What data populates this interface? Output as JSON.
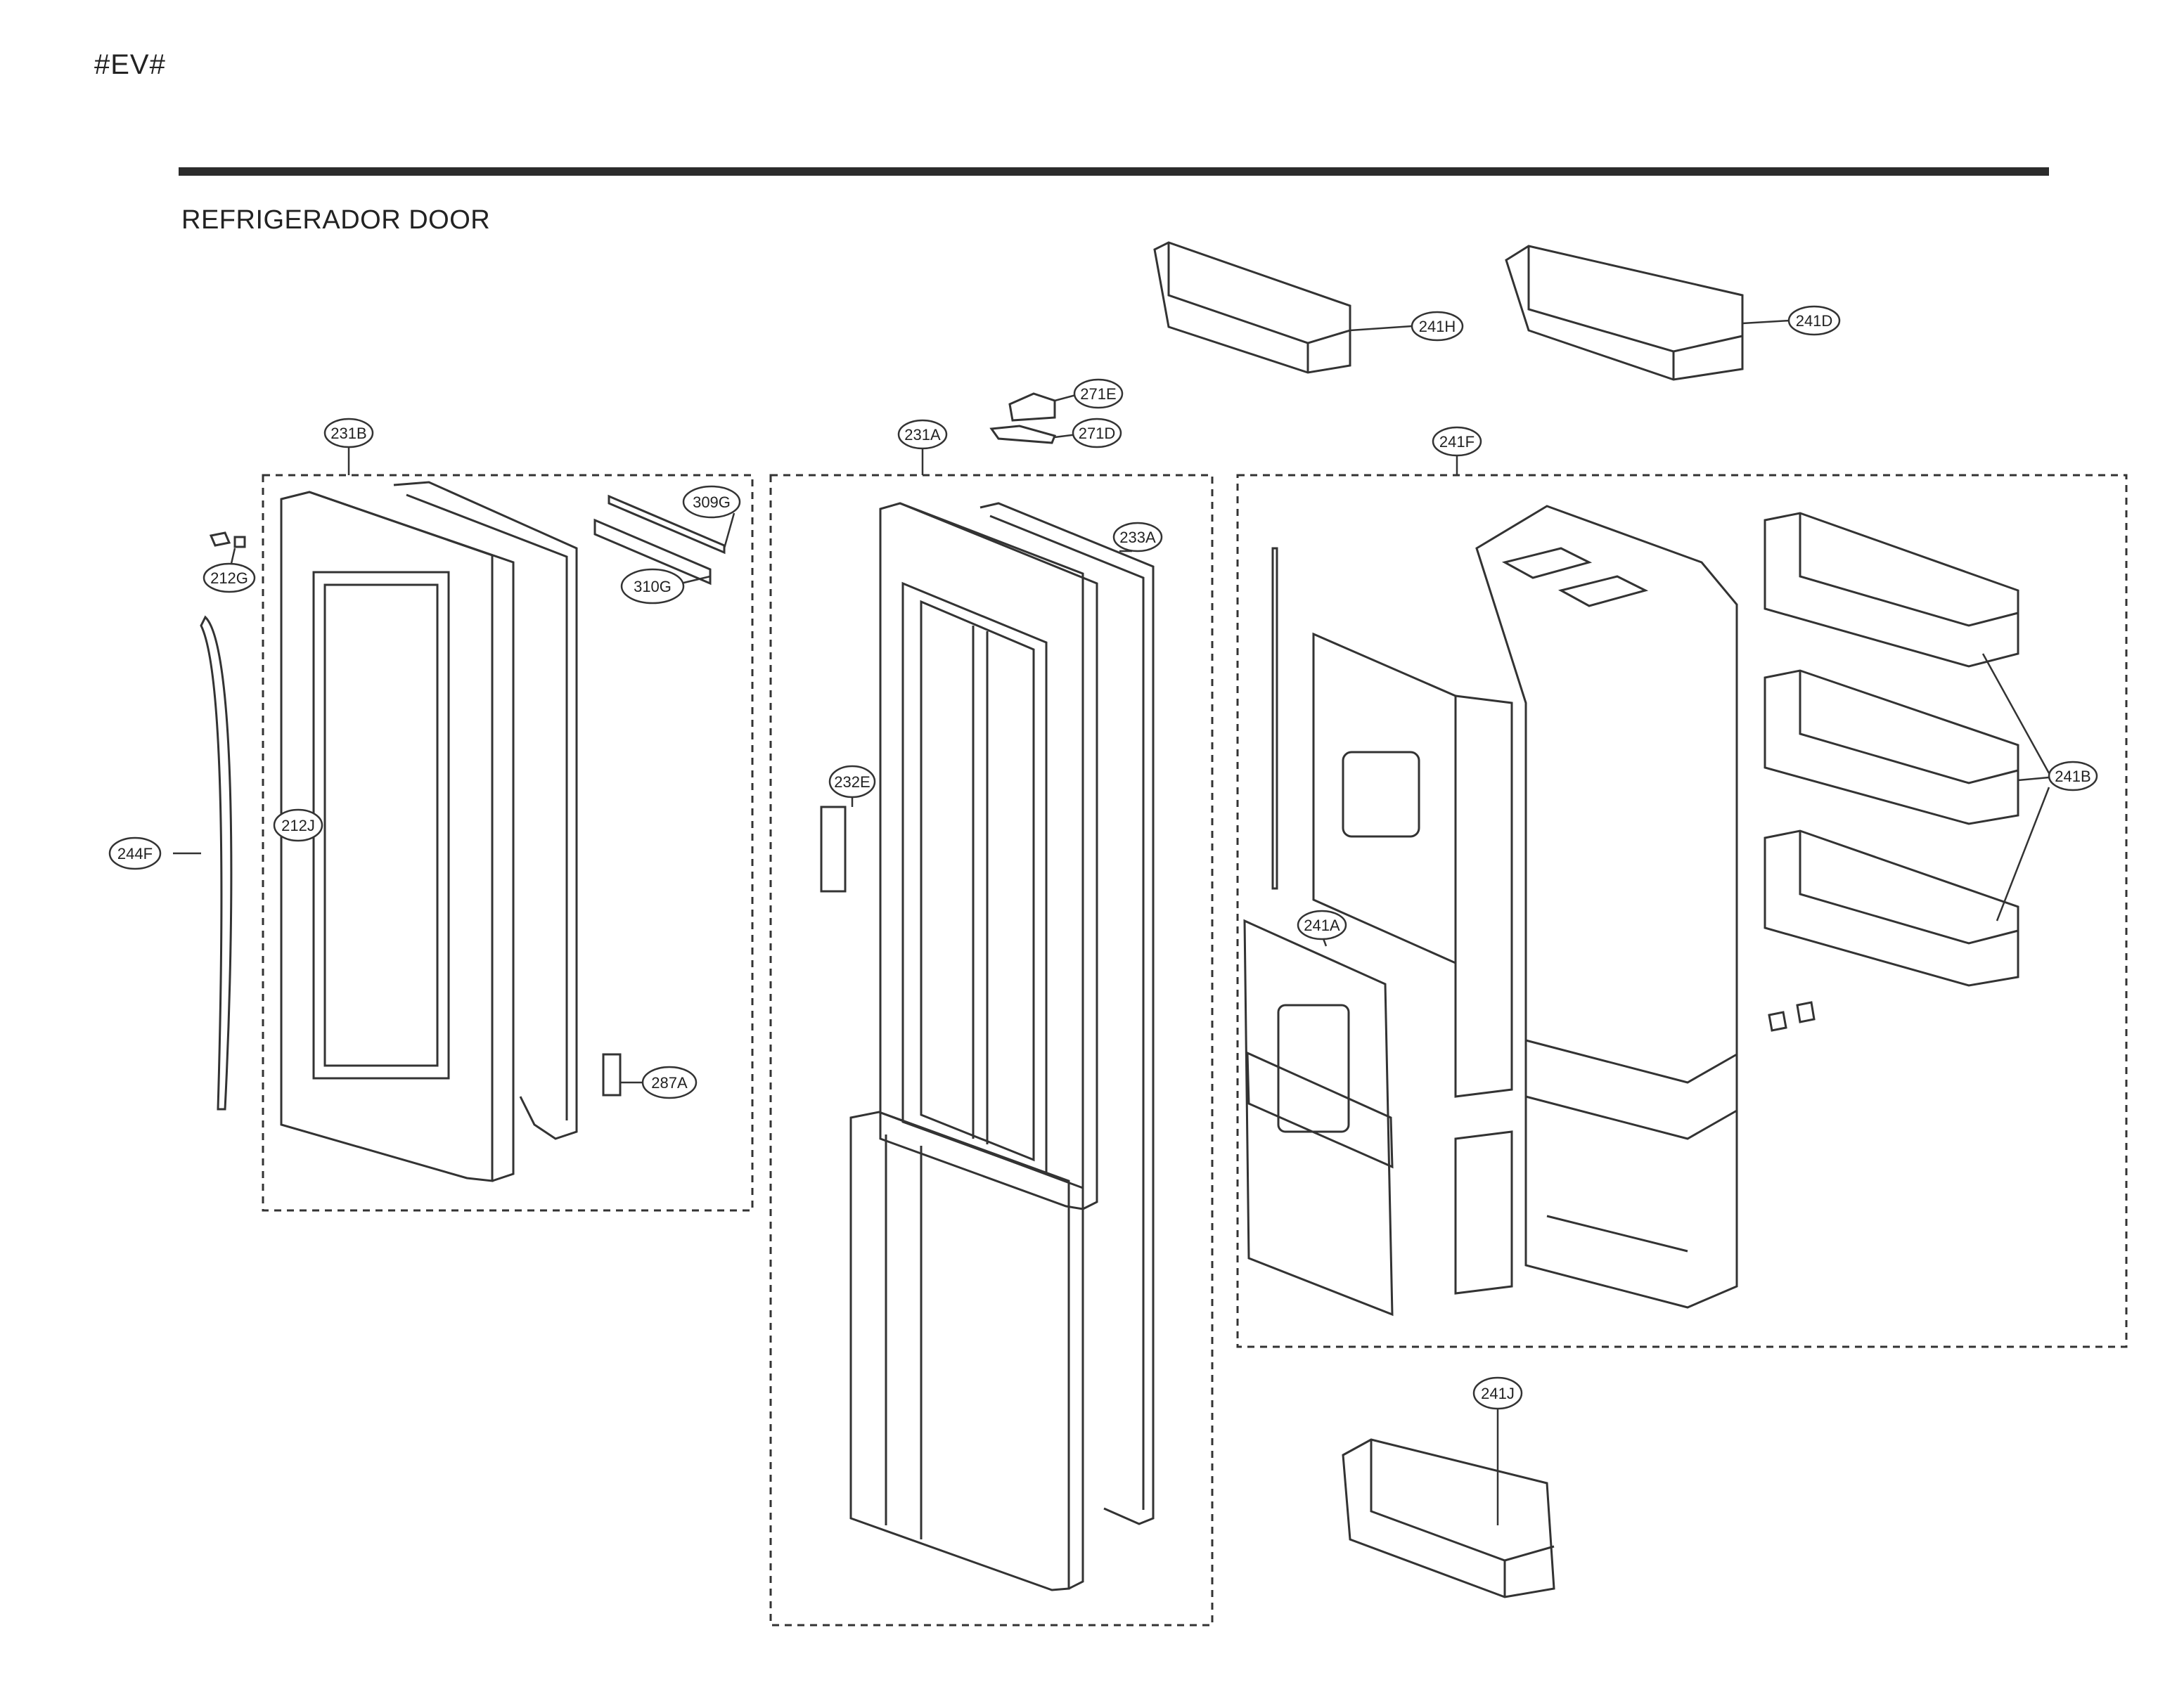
{
  "header": {
    "page_code": "#EV#",
    "section_title": "REFRIGERADOR DOOR"
  },
  "colors": {
    "line": "#333333",
    "rule": "#2b2b2b",
    "background": "#ffffff"
  },
  "callouts": {
    "c241H": "241H",
    "c241D": "241D",
    "c271E": "271E",
    "c271D": "271D",
    "c231B": "231B",
    "c231A": "231A",
    "c241F": "241F",
    "c309G": "309G",
    "c310G": "310G",
    "c212G": "212G",
    "c233A": "233A",
    "c212J": "212J",
    "c244F": "244F",
    "c232E": "232E",
    "c241B": "241B",
    "c241A": "241A",
    "c287A": "287A",
    "c241J": "241J"
  }
}
